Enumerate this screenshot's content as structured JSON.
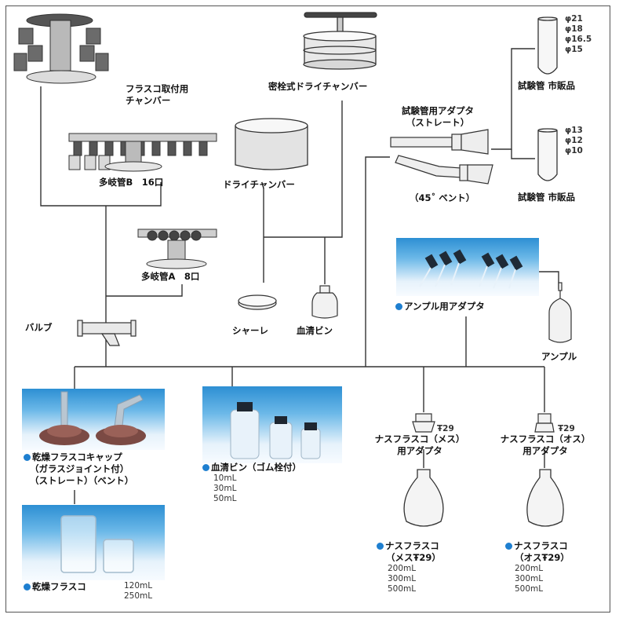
{
  "labels": {
    "flask_chamber": [
      "フラスコ取付用",
      "チャンバー"
    ],
    "sealed_dry_chamber": "密栓式ドライチャンバー",
    "dry_chamber": "ドライチャンバー",
    "manifold_b": "多岐管B　16口",
    "manifold_a": "多岐管A　8口",
    "valve": "バルブ",
    "petri_dish": "シャーレ",
    "serum_bottle_small": "血清ビン",
    "test_tube_adapter": [
      "試験管用アダプタ",
      "（ストレート）"
    ],
    "bent_45": "（45˚ ベント）",
    "test_tube_top": "試験管 市販品",
    "test_tube_bottom": "試験管 市販品",
    "sizes_top": [
      "φ21",
      "φ18",
      "φ16.5",
      "φ15"
    ],
    "sizes_bottom": [
      "φ13",
      "φ12",
      "φ10"
    ],
    "ampoule_adapter": "アンプル用アダプタ",
    "ampoule": "アンプル",
    "dry_flask_cap": [
      "乾燥フラスコキャップ",
      "（ガラスジョイント付）",
      "（ストレート）（ベント）"
    ],
    "dry_flask": "乾燥フラスコ",
    "dry_flask_volumes": [
      "120mL",
      "250mL"
    ],
    "serum_bottle": "血清ビン（ゴム栓付）",
    "serum_volumes": [
      "10mL",
      "30mL",
      "50mL"
    ],
    "joint_female": "Ŧ29",
    "joint_male": "Ŧ29",
    "nas_adapter_female": [
      "ナスフラスコ（メス）",
      "用アダプタ"
    ],
    "nas_adapter_male": [
      "ナスフラスコ（オス）",
      "用アダプタ"
    ],
    "nas_flask_female": [
      "ナスフラスコ",
      "（メスŦ29）"
    ],
    "nas_flask_male": [
      "ナスフラスコ",
      "（オスŦ29）"
    ],
    "nas_volumes_female": [
      "200mL",
      "300mL",
      "500mL"
    ],
    "nas_volumes_male": [
      "200mL",
      "300mL",
      "500mL"
    ]
  },
  "colors": {
    "accent_dot": "#1e7fd0",
    "line": "#444444",
    "photo_blue": "#2d8fd3"
  }
}
